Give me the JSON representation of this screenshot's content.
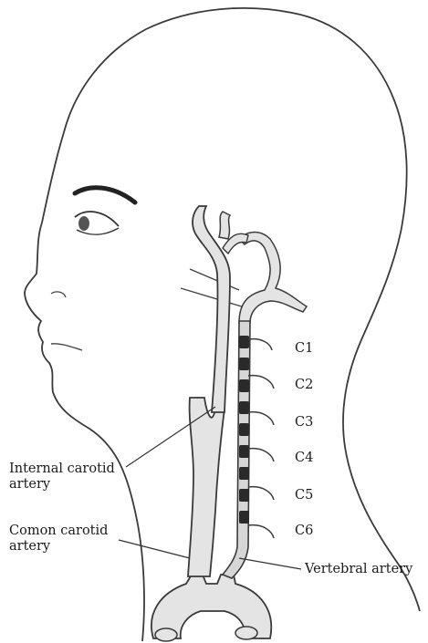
{
  "labels": {
    "internal_carotid": [
      "Internal carotid",
      "artery"
    ],
    "common_carotid": [
      "Comon carotid",
      "artery"
    ],
    "vertebral": "Vertebral artery",
    "vertebrae": [
      "C1",
      "C2",
      "C3",
      "C4",
      "C5",
      "C6"
    ]
  },
  "colors": {
    "line": "#3a3a3a",
    "vessel_fill": "#e4e4e4",
    "background": "#ffffff"
  }
}
